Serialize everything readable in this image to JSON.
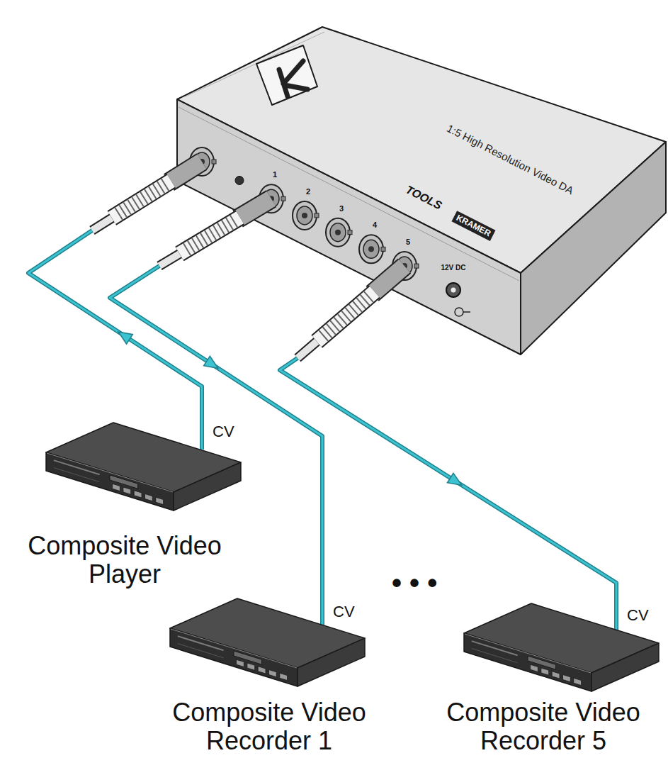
{
  "diagram": {
    "nodes": [
      {
        "text": [
          "1:5 High Resolution Video DA"
        ]
      },
      {
        "text": [
          "CV",
          "Composite Video Player"
        ]
      },
      {
        "text": [
          "CV",
          "Composite Video Recorder 1"
        ]
      },
      {
        "text": [
          "CV",
          "Composite Video Recorder 5"
        ]
      }
    ],
    "edges": [
      {
        "from": 1,
        "to": 0,
        "arrow": "to"
      },
      {
        "from": 0,
        "to": 2,
        "arrow": "to"
      },
      {
        "from": 0,
        "to": 3,
        "arrow": "to"
      }
    ],
    "labels": [
      "KRAMER",
      "TOOLS",
      "1",
      "2",
      "3",
      "4",
      "5",
      "12V DC",
      "• • •"
    ]
  }
}
